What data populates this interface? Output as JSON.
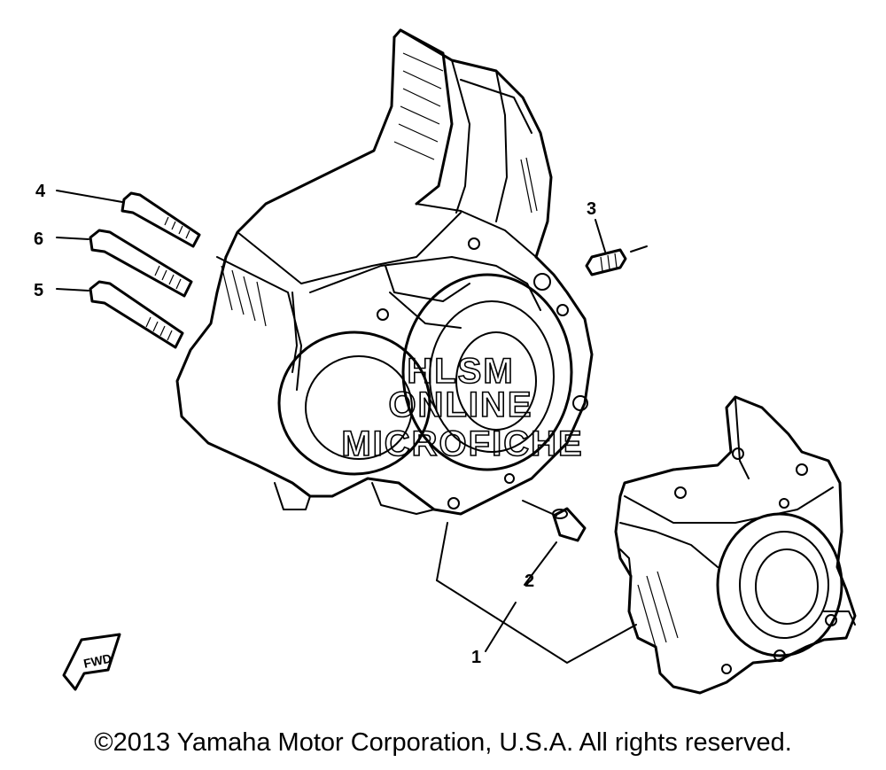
{
  "callouts": [
    {
      "id": "1",
      "label": "1"
    },
    {
      "id": "2",
      "label": "2"
    },
    {
      "id": "3",
      "label": "3"
    },
    {
      "id": "4",
      "label": "4"
    },
    {
      "id": "5",
      "label": "5"
    },
    {
      "id": "6",
      "label": "6"
    }
  ],
  "watermark": {
    "line1": "HLSM",
    "line2": "ONLINE",
    "line3": "MICROFICHE"
  },
  "fwd_label": "FWD",
  "copyright": "©2013 Yamaha Motor Corporation, U.S.A. All rights reserved."
}
